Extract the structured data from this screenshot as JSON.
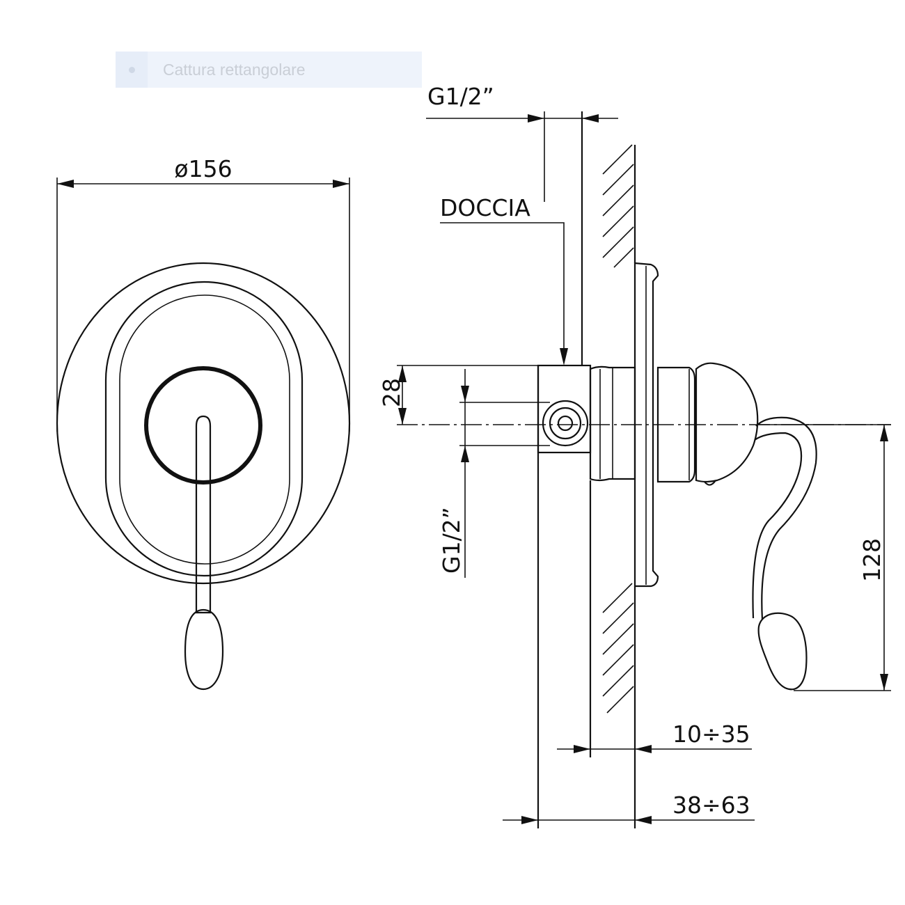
{
  "capture_tool": {
    "label": "Cattura rettangolare",
    "icon": "capture-dot-icon"
  },
  "dimensions": {
    "diameter": "ø156",
    "inlet_top": "G1/2”",
    "outlet_label": "DOCCIA",
    "offset": "28",
    "inlet_side": "G1/2”",
    "handle_drop": "128",
    "wall_range": "10÷35",
    "depth_range": "38÷63"
  }
}
